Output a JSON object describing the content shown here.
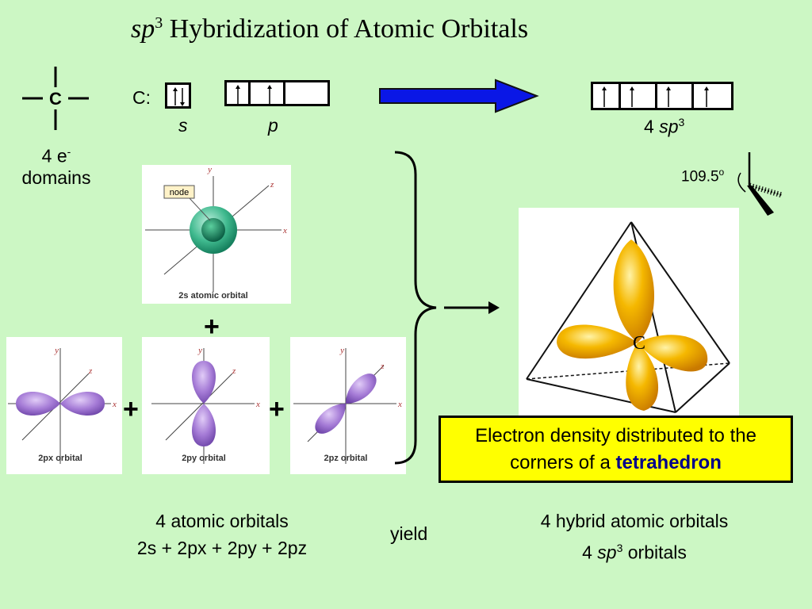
{
  "title": {
    "italic": "sp",
    "sup": "3",
    "rest": " Hybridization of Atomic Orbitals"
  },
  "lewis": {
    "atom": "C",
    "caption_line1_base": "4 e",
    "caption_line1_sup": "-",
    "caption_line2": "domains"
  },
  "config": {
    "label": "C:",
    "s_label": "s",
    "p_label": "p",
    "sp3_prefix": "4 ",
    "sp3_italic": "sp",
    "sp3_sup": "3"
  },
  "angle": {
    "value": "109.5",
    "deg": "o"
  },
  "orbitals": {
    "s_caption": "2s atomic orbital",
    "node_label": "node",
    "px_caption": "2px orbital",
    "py_caption": "2py orbital",
    "pz_caption": "2pz orbital",
    "axis_x": "x",
    "axis_y": "y",
    "axis_z": "z"
  },
  "plus": "+",
  "tetra_atom": "C",
  "callout": {
    "line1": "Electron density distributed to the",
    "line2_pre": "corners of a ",
    "line2_bold": "tetrahedron"
  },
  "bottom_left": {
    "line1": "4 atomic orbitals",
    "line2": "2s + 2px + 2py + 2pz"
  },
  "yield": "yield",
  "bottom_right": {
    "line1": "4 hybrid atomic orbitals",
    "line2_pre": "4 ",
    "line2_italic": "sp",
    "line2_sup": "3",
    "line2_post": " orbitals"
  },
  "colors": {
    "background": "#ccf7c4",
    "arrow": "#0a17e6",
    "lobe": "#a57bd6",
    "hybrid_lobe": "#f5b800",
    "s_orbital": "#1f9a78",
    "callout_bg": "#ffff00",
    "emphasis": "#00008b"
  }
}
